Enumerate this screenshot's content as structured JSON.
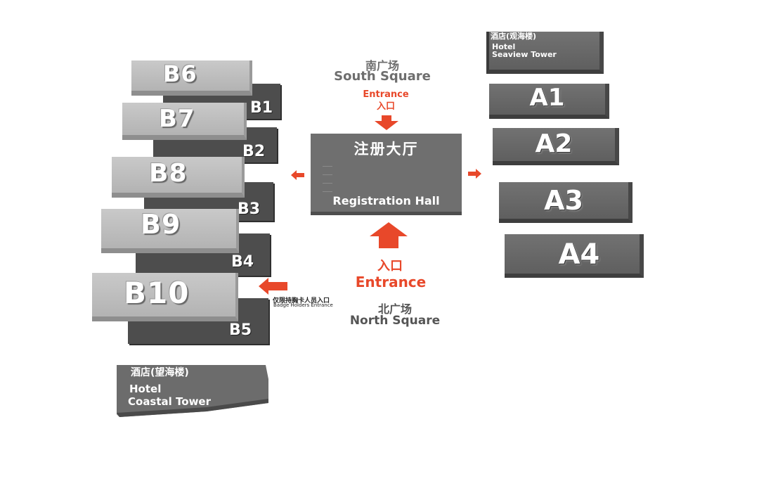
{
  "halls_b": {
    "b1": "B1",
    "b2": "B2",
    "b3": "B3",
    "b4": "B4",
    "b5": "B5",
    "b6": "B6",
    "b7": "B7",
    "b8": "B8",
    "b9": "B9",
    "b10": "B10"
  },
  "halls_a": {
    "a1": "A1",
    "a2": "A2",
    "a3": "A3",
    "a4": "A4"
  },
  "registration": {
    "cn": "注册大厅",
    "en": "Registration Hall"
  },
  "south": {
    "cn": "南广场",
    "en": "South Square",
    "entrance_en": "Entrance",
    "entrance_cn": "入口"
  },
  "north": {
    "entrance_cn": "入口",
    "entrance_en": "Entrance",
    "cn": "北广场",
    "en": "North Square"
  },
  "badge": {
    "cn": "仅限持胸卡人员入口",
    "en": "Badge Holders Entrance"
  },
  "hotel_seaview": {
    "cn": "酒店(观海楼)",
    "en1": "Hotel",
    "en2": "Seaview Tower"
  },
  "hotel_coastal": {
    "cn": "酒店(望海楼)",
    "en1": "Hotel",
    "en2": "Coastal Tower"
  },
  "colors": {
    "entrance_red": "#e8482a",
    "hall_dark": "#4d4d4d",
    "hall_light": "#c0c0c0",
    "hall_a": "#6a6a6a"
  },
  "icons": [
    "arrow-down-icon",
    "arrow-up-icon",
    "arrow-left-icon",
    "arrow-right-icon"
  ]
}
